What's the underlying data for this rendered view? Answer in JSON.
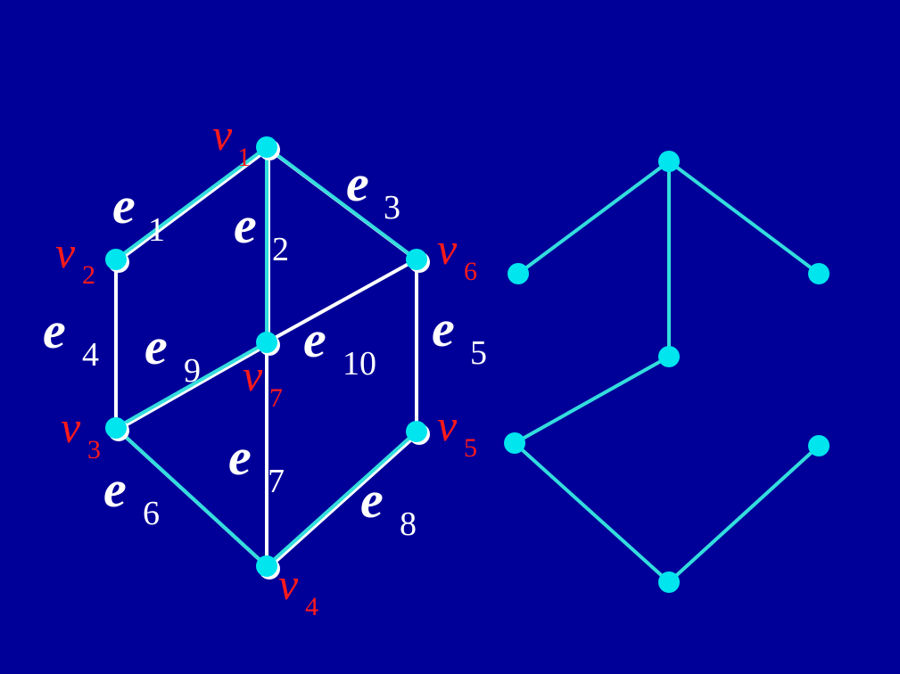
{
  "colors": {
    "background": "#000099",
    "node": "#00e5ee",
    "tree_edge": "#33dddd",
    "other_edge": "#ffffff",
    "vertex_label": "#ff1a1a",
    "edge_label": "#ffffff"
  },
  "graph": {
    "vertices": [
      {
        "id": "v1",
        "letter": "v",
        "sub": "1"
      },
      {
        "id": "v2",
        "letter": "v",
        "sub": "2"
      },
      {
        "id": "v3",
        "letter": "v",
        "sub": "3"
      },
      {
        "id": "v4",
        "letter": "v",
        "sub": "4"
      },
      {
        "id": "v5",
        "letter": "v",
        "sub": "5"
      },
      {
        "id": "v6",
        "letter": "v",
        "sub": "6"
      },
      {
        "id": "v7",
        "letter": "v",
        "sub": "7"
      }
    ],
    "edges": [
      {
        "id": "e1",
        "letter": "e",
        "sub": "1",
        "from": "v1",
        "to": "v2",
        "in_tree": true
      },
      {
        "id": "e2",
        "letter": "e",
        "sub": "2",
        "from": "v1",
        "to": "v7",
        "in_tree": true
      },
      {
        "id": "e3",
        "letter": "e",
        "sub": "3",
        "from": "v1",
        "to": "v6",
        "in_tree": true
      },
      {
        "id": "e4",
        "letter": "e",
        "sub": "4",
        "from": "v2",
        "to": "v3",
        "in_tree": false
      },
      {
        "id": "e5",
        "letter": "e",
        "sub": "5",
        "from": "v6",
        "to": "v5",
        "in_tree": false
      },
      {
        "id": "e6",
        "letter": "e",
        "sub": "6",
        "from": "v3",
        "to": "v4",
        "in_tree": true
      },
      {
        "id": "e7",
        "letter": "e",
        "sub": "7",
        "from": "v7",
        "to": "v4",
        "in_tree": false
      },
      {
        "id": "e8",
        "letter": "e",
        "sub": "8",
        "from": "v4",
        "to": "v5",
        "in_tree": true
      },
      {
        "id": "e9",
        "letter": "e",
        "sub": "9",
        "from": "v7",
        "to": "v3",
        "in_tree": true
      },
      {
        "id": "e10",
        "letter": "e",
        "sub": "10",
        "from": "v7",
        "to": "v6",
        "in_tree": false
      }
    ]
  },
  "tree": {
    "nodes": [
      "t1",
      "t2",
      "t3",
      "t4",
      "t5",
      "t6",
      "t7"
    ],
    "edges": [
      [
        "t1",
        "t2"
      ],
      [
        "t1",
        "t3"
      ],
      [
        "t1",
        "t4"
      ],
      [
        "t4",
        "t5"
      ],
      [
        "t5",
        "t6"
      ],
      [
        "t6",
        "t7"
      ]
    ]
  }
}
